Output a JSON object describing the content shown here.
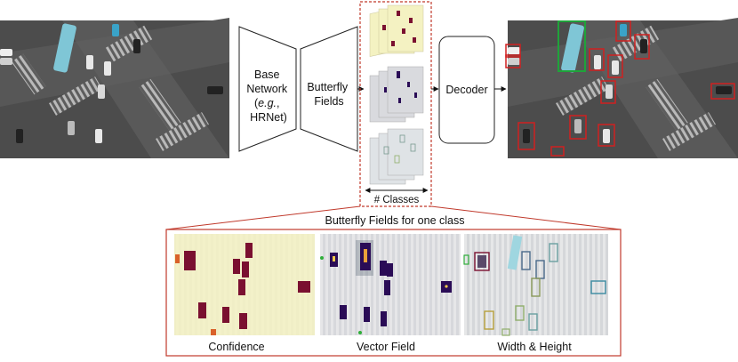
{
  "diagram": {
    "encoder": {
      "base_network_line1": "Base",
      "base_network_line2": "Network",
      "base_network_line3": "(",
      "base_network_eg": "e.g.",
      "base_network_line3_suffix": ",",
      "base_network_line4": "HRNet)"
    },
    "butterfly_fields_label": {
      "line1": "Butterfly",
      "line2": "Fields"
    },
    "decoder_label": "Decoder",
    "classes_label": "# Classes",
    "detail_panel": {
      "title": "Butterfly Fields for one class",
      "captions": {
        "confidence": "Confidence",
        "vector_field": "Vector Field",
        "width_height": "Width & Height"
      }
    },
    "colors": {
      "red_dashed": "#c0392b",
      "confidence_bg": "#f4f2c2",
      "confidence_blob": "#7a1030",
      "vector_bg": "#d9dade",
      "vector_blob": "#2a0c56",
      "detection_red": "#d02020",
      "detection_green": "#1fa33a"
    }
  }
}
